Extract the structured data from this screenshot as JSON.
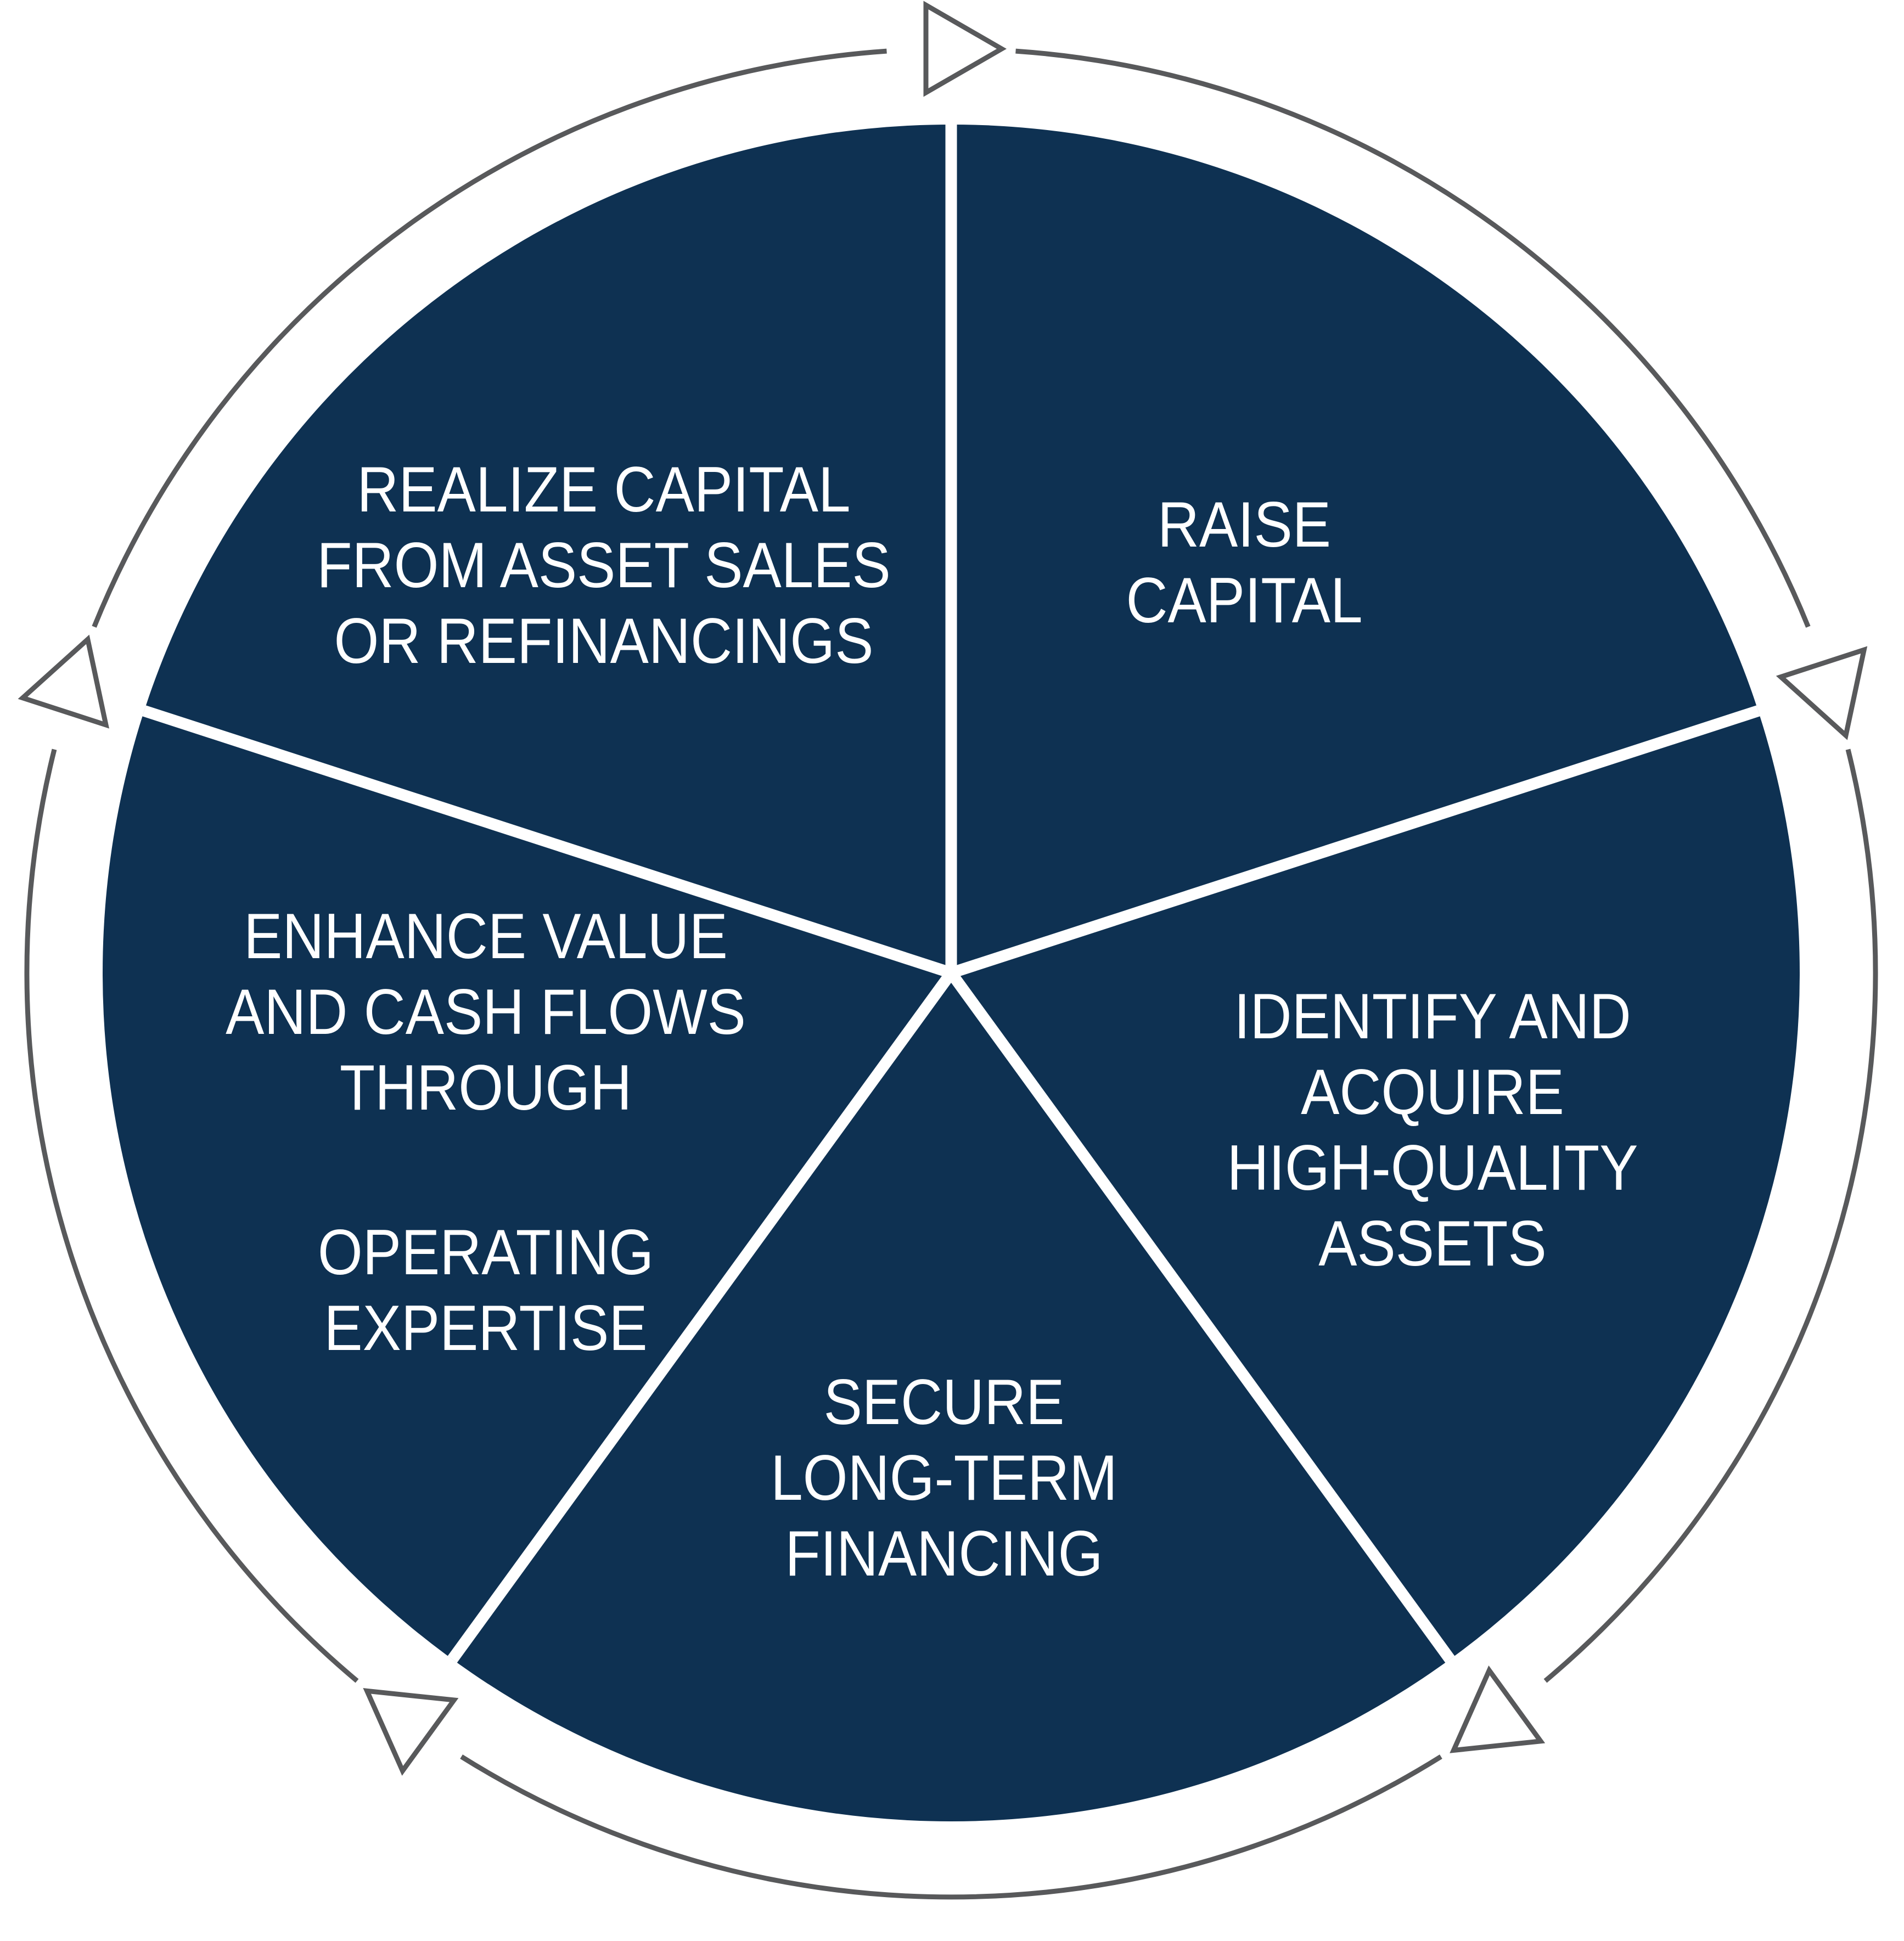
{
  "diagram": {
    "type": "cycle",
    "shape": "pie-with-outer-arrow-ring",
    "slice_count": 5,
    "direction": "clockwise",
    "segments": [
      {
        "id": "raise-capital",
        "label": "RAISE\nCAPITAL"
      },
      {
        "id": "identify-acquire",
        "label": "IDENTIFY AND\nACQUIRE\nHIGH-QUALITY\nASSETS"
      },
      {
        "id": "secure-financing",
        "label": "SECURE\nLONG-TERM\nFINANCING"
      },
      {
        "id": "enhance-value",
        "label": "ENHANCE VALUE\nAND CASH FLOWS\nTHROUGH",
        "label2": "OPERATING\nEXPERTISE"
      },
      {
        "id": "realize-capital",
        "label": "REALIZE CAPITAL\nFROM ASSET SALES\nOR REFINANCINGS"
      }
    ],
    "colors": {
      "slice": "#0E3152",
      "divider": "#FFFFFF",
      "arrow": "#58595B",
      "text": "#FFFFFF",
      "background": "#FFFFFF"
    }
  }
}
